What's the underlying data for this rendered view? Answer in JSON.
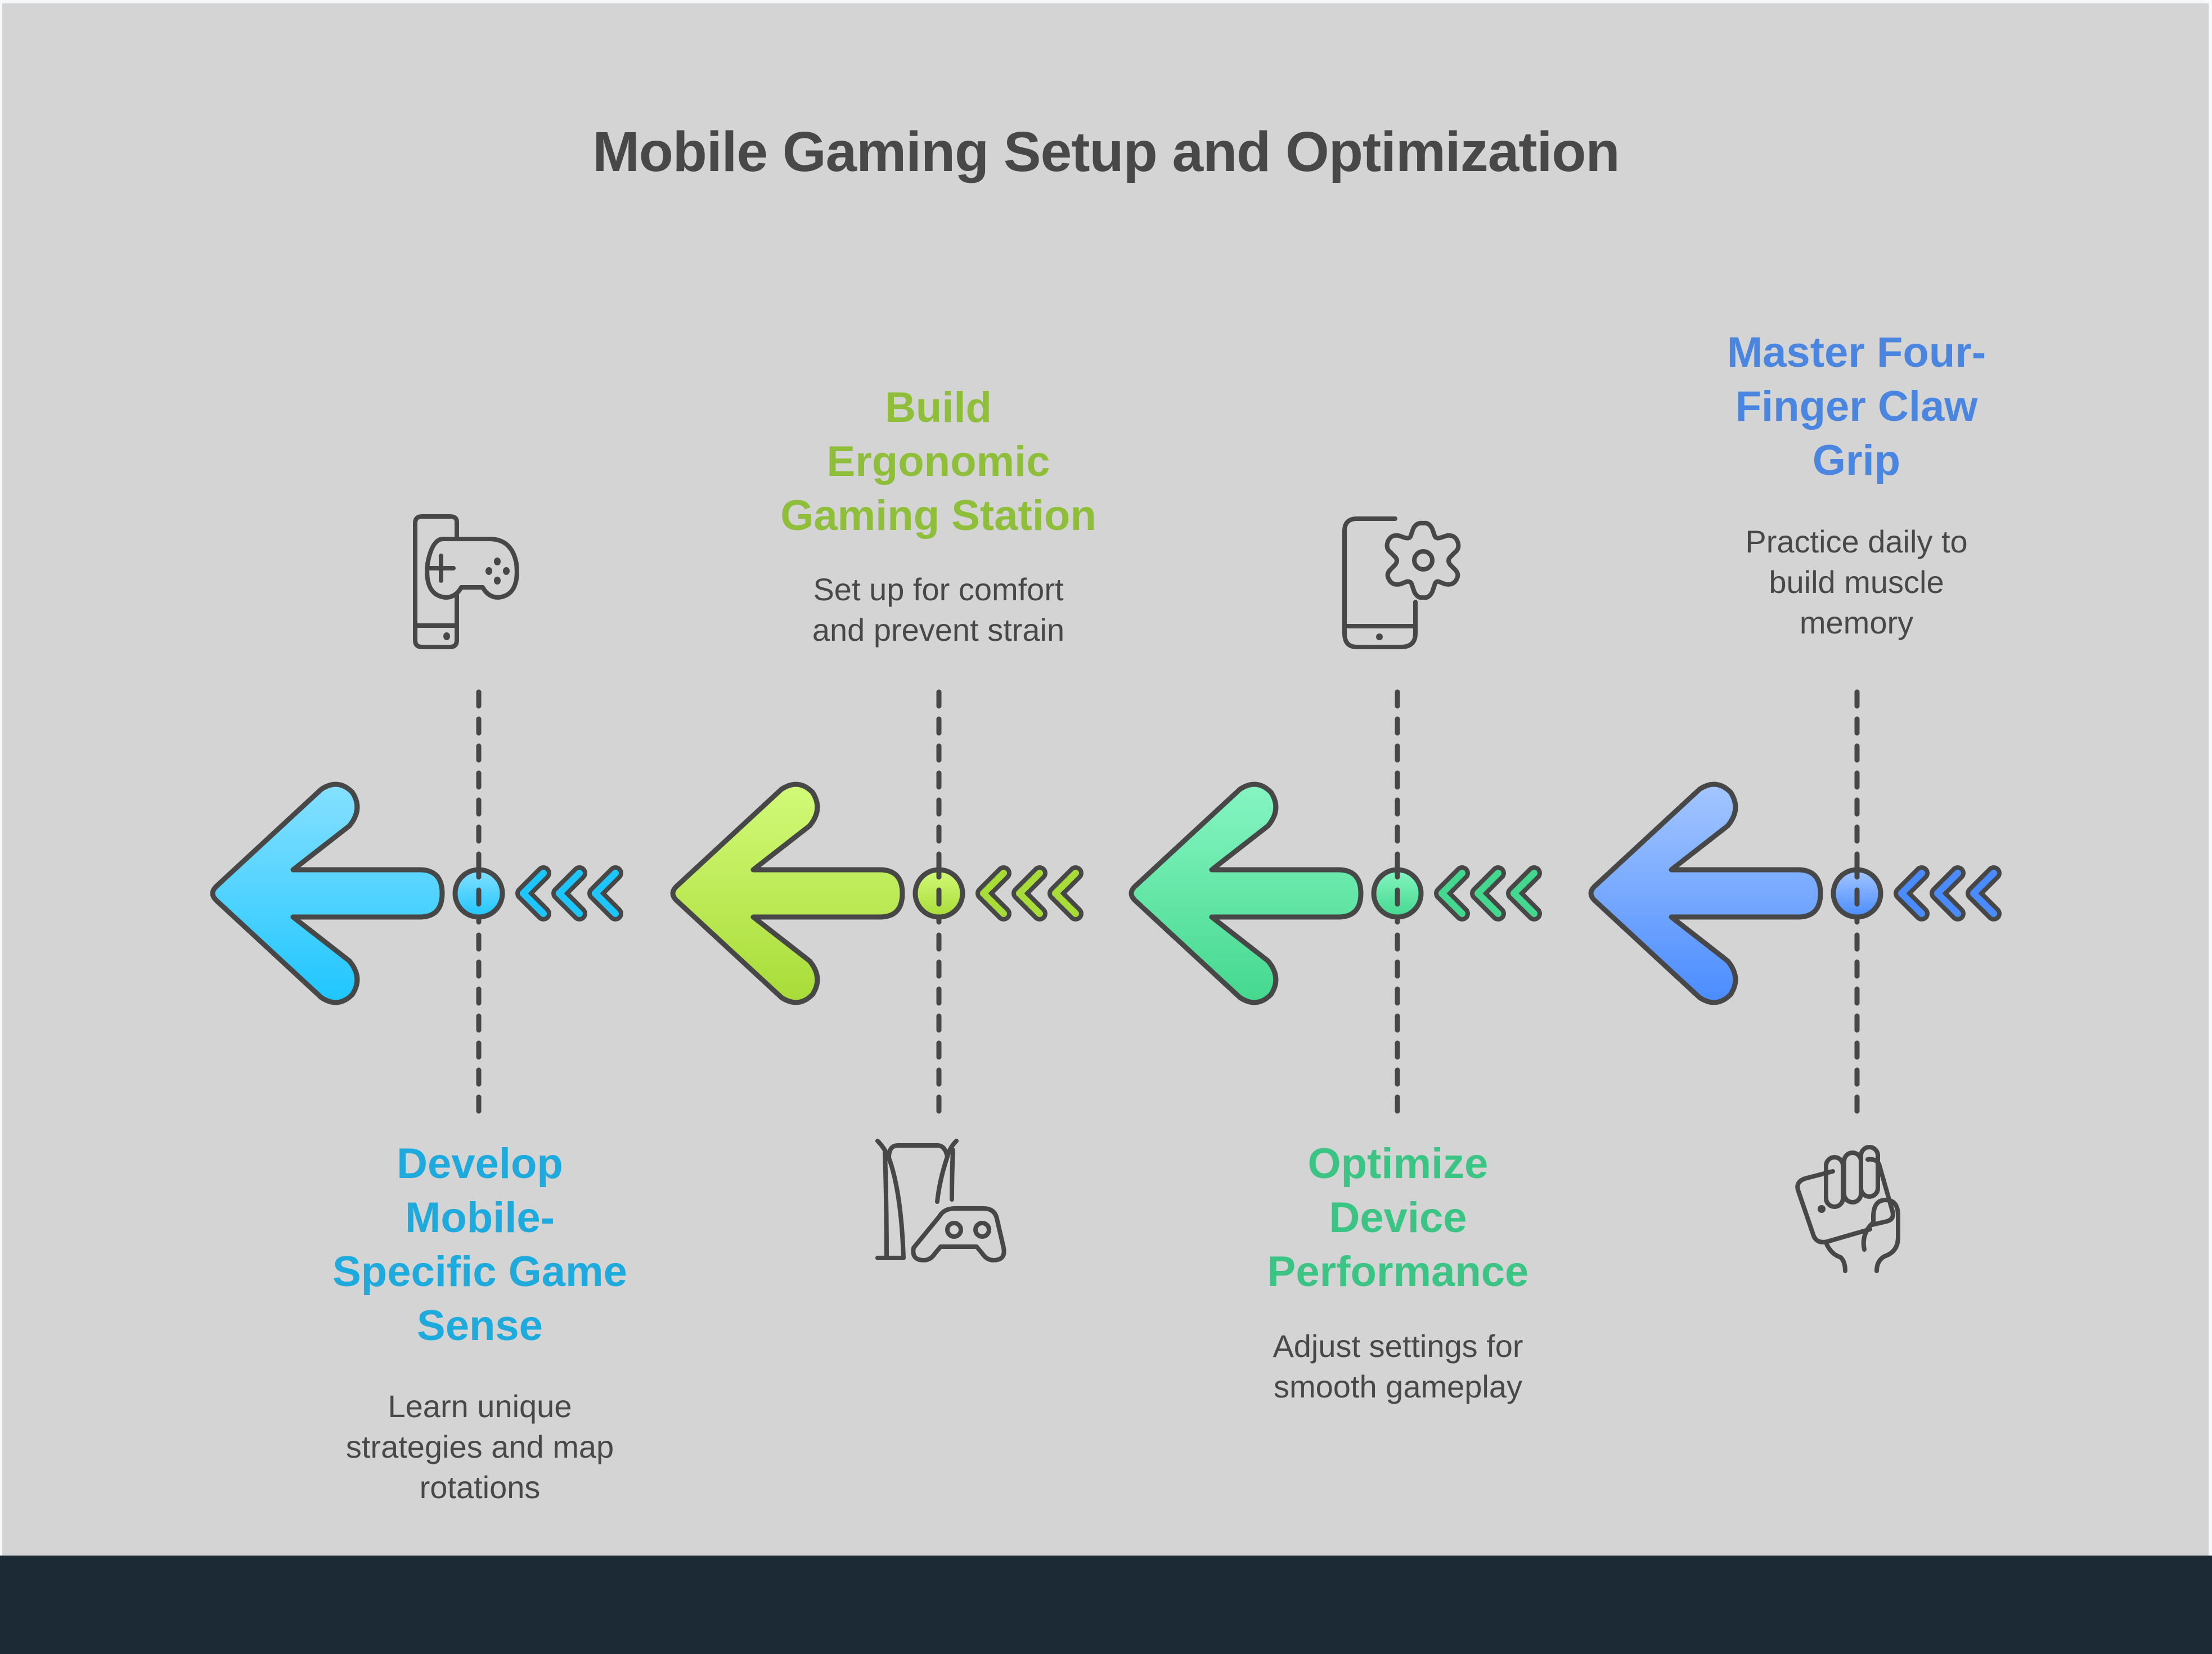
{
  "title": "Mobile Gaming Setup and Optimization",
  "colors": {
    "background": "#d4d4d4",
    "footer": "#1b2a35",
    "text": "#484848",
    "stroke": "#474747"
  },
  "steps": [
    {
      "heading": "Develop\nMobile-\nSpecific Game\nSense",
      "description": "Learn unique\nstrategies and map\nrotations",
      "color": "#1eaadc",
      "gradient": [
        "#86e0ff",
        "#1ec6ff"
      ],
      "icon": "phone-gamepad-icon"
    },
    {
      "heading": "Build\nErgonomic\nGaming Station",
      "description": "Set up for comfort\nand prevent strain",
      "color": "#8fbf3a",
      "gradient": [
        "#d2fa78",
        "#a8dc38"
      ],
      "icon": "console-controller-icon"
    },
    {
      "heading": "Optimize\nDevice\nPerformance",
      "description": "Adjust settings for\nsmooth gameplay",
      "color": "#3cc485",
      "gradient": [
        "#86f5c2",
        "#44d88e"
      ],
      "icon": "phone-settings-icon"
    },
    {
      "heading": "Master Four-\nFinger Claw\nGrip",
      "description": "Practice daily to\nbuild muscle\nmemory",
      "color": "#4a86e0",
      "gradient": [
        "#a4c6ff",
        "#4a8cff"
      ],
      "icon": "hand-holding-phone-icon"
    }
  ]
}
